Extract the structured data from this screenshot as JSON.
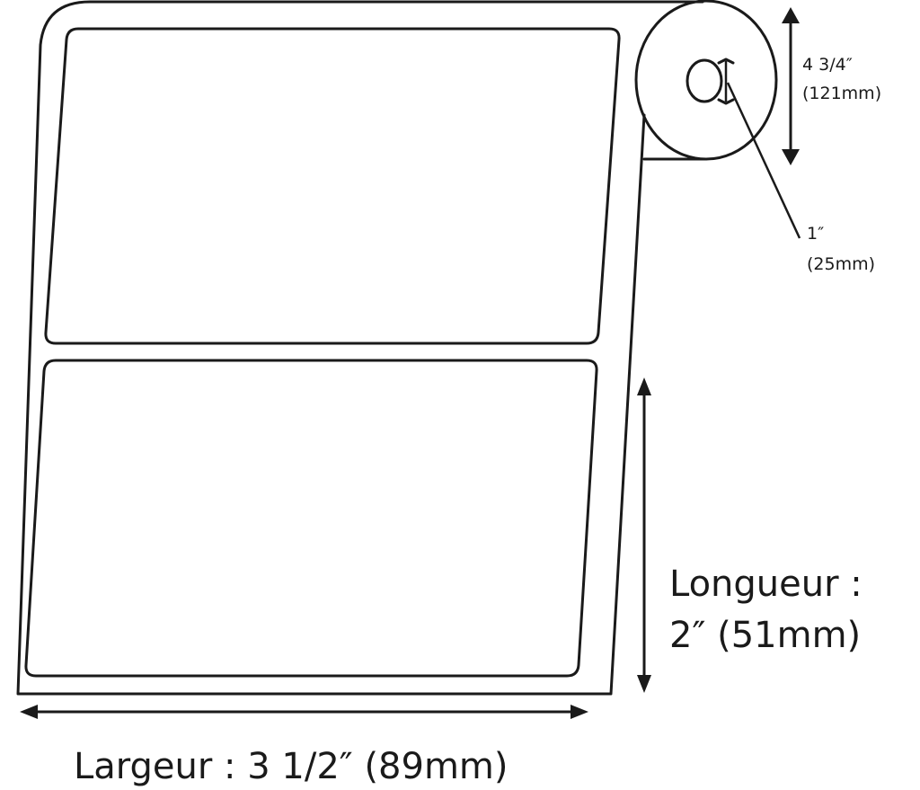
{
  "roll": {
    "outer_diameter_label": "4 3/4″",
    "outer_diameter_mm": "(121mm)",
    "core_diameter_label": "1″",
    "core_diameter_mm": "(25mm)"
  },
  "dimensions": {
    "length_title": "Longueur :",
    "length_value": "2″ (51mm)",
    "width_text": "Largeur : 3 1/2″ (89mm)"
  },
  "colors": {
    "stroke": "#1a1a1a",
    "background": "#ffffff"
  }
}
